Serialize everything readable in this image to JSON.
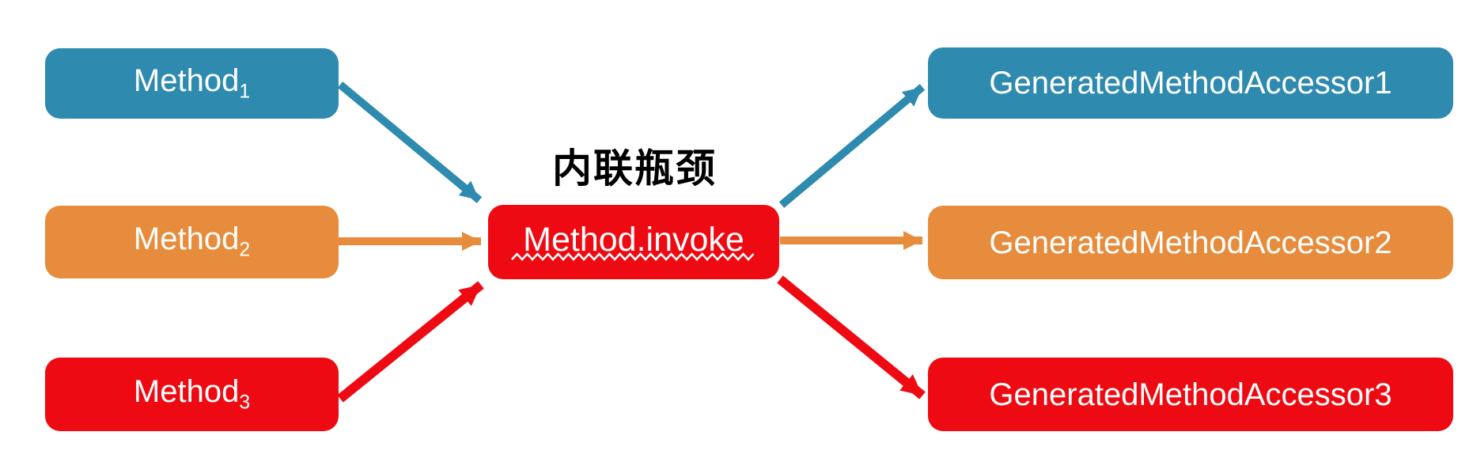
{
  "colors": {
    "teal": "#2E8BAF",
    "orange": "#E78C3C",
    "red": "#EE0A12",
    "title": "#000000",
    "node_text": "#FFFFFF"
  },
  "title": {
    "text": "内联瓶颈"
  },
  "left_nodes": [
    {
      "base": "Method",
      "subscript": "1",
      "color": "teal"
    },
    {
      "base": "Method",
      "subscript": "2",
      "color": "orange"
    },
    {
      "base": "Method",
      "subscript": "3",
      "color": "red"
    }
  ],
  "center_node": {
    "label": "Method.invoke",
    "color": "red",
    "underline": "white-wavy"
  },
  "right_nodes": [
    {
      "label": "GeneratedMethodAccessor1",
      "color": "teal"
    },
    {
      "label": "GeneratedMethodAccessor2",
      "color": "orange"
    },
    {
      "label": "GeneratedMethodAccessor3",
      "color": "red"
    }
  ],
  "edges": [
    {
      "from": "Method1",
      "to": "Method.invoke",
      "color": "teal"
    },
    {
      "from": "Method2",
      "to": "Method.invoke",
      "color": "orange"
    },
    {
      "from": "Method3",
      "to": "Method.invoke",
      "color": "red"
    },
    {
      "from": "Method.invoke",
      "to": "GeneratedMethodAccessor1",
      "color": "teal"
    },
    {
      "from": "Method.invoke",
      "to": "GeneratedMethodAccessor2",
      "color": "orange"
    },
    {
      "from": "Method.invoke",
      "to": "GeneratedMethodAccessor3",
      "color": "red"
    }
  ]
}
